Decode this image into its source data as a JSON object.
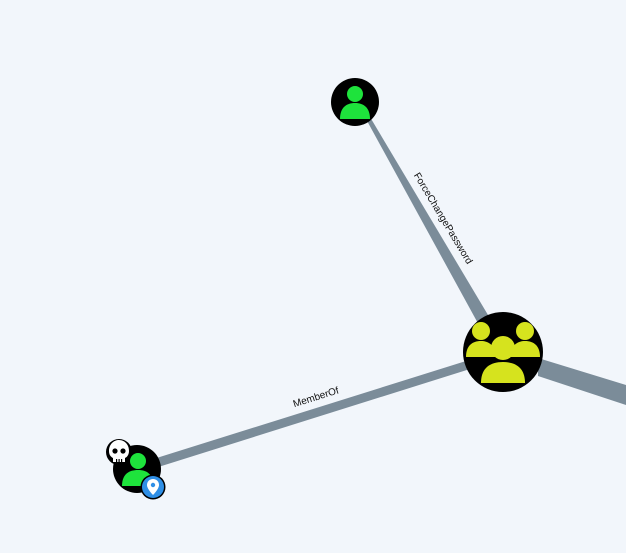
{
  "graph": {
    "edges": [
      {
        "id": "edge-force-change-password",
        "label": "ForceChangePassword"
      },
      {
        "id": "edge-member-of",
        "label": "MemberOf"
      },
      {
        "id": "edge-offscreen",
        "label": ""
      }
    ],
    "nodes": [
      {
        "id": "node-user-top",
        "type": "user",
        "icon": "user-icon"
      },
      {
        "id": "node-group",
        "type": "group",
        "icon": "group-icon"
      },
      {
        "id": "node-user-owned",
        "type": "user",
        "icon": "user-icon",
        "badges": [
          "skull-icon",
          "location-pin-icon"
        ]
      }
    ],
    "colors": {
      "background": "#f2f6fb",
      "edge": "#7b8c99",
      "node_fill": "#000000",
      "user_icon": "#1ee33c",
      "group_icon": "#d6e31e",
      "owned_badge": "#ffffff",
      "pin_badge": "#2f8fe6"
    }
  }
}
